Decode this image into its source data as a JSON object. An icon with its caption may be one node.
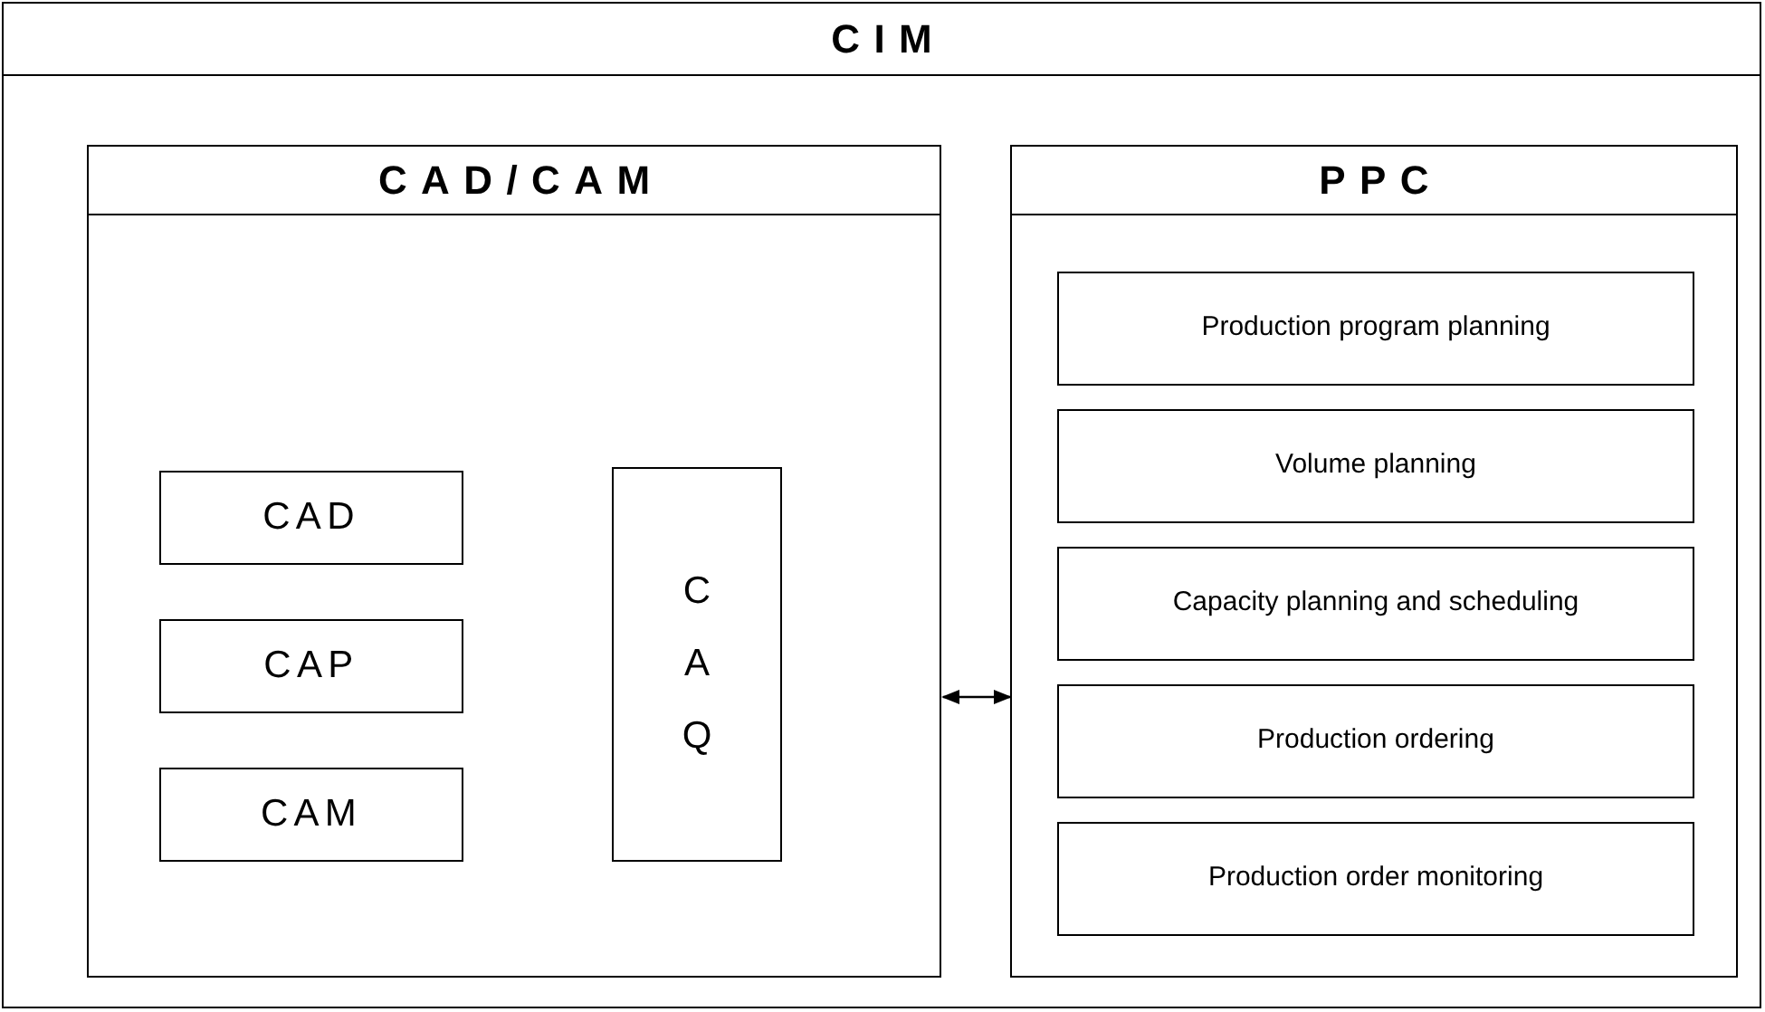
{
  "diagram": {
    "nodes": [
      {
        "text": [
          "CIM"
        ]
      },
      {
        "text": [
          "CAD/CAM"
        ],
        "in": 0
      },
      {
        "text": [
          "CAD"
        ],
        "in": 1
      },
      {
        "text": [
          "CAP"
        ],
        "in": 1
      },
      {
        "text": [
          "CAM"
        ],
        "in": 1
      },
      {
        "text": [
          "CAQ"
        ],
        "in": 1
      },
      {
        "text": [
          "PPC"
        ],
        "in": 0
      },
      {
        "text": [
          "Production program planning"
        ],
        "in": 6
      },
      {
        "text": [
          "Volume planning"
        ],
        "in": 6
      },
      {
        "text": [
          "Capacity planning and scheduling"
        ],
        "in": 6
      },
      {
        "text": [
          "Production ordering"
        ],
        "in": 6
      },
      {
        "text": [
          "Production order monitoring"
        ],
        "in": 6
      }
    ],
    "edges": [
      {
        "from": 1,
        "to": 6,
        "arrow": "both"
      }
    ]
  }
}
